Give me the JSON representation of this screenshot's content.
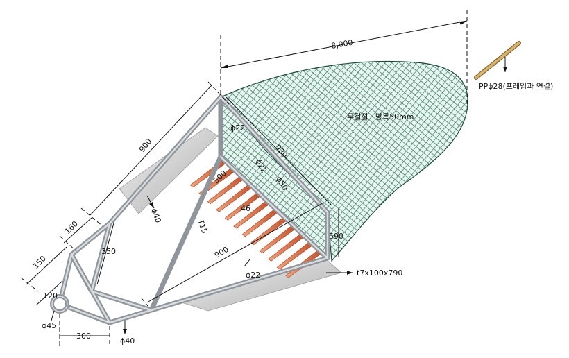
{
  "labels": {
    "overall_length": "8,000",
    "net_label": "무결절   망목50mm",
    "rope": "PPϕ28(프레임과 연결)",
    "top_frame_length": "900",
    "bottom_frame_length": "900",
    "seg_160": "160",
    "seg_150": "150",
    "seg_120": "120",
    "seg_350": "350",
    "seg_300_bottom": "300",
    "seg_300_teeth": "300",
    "seg_46": "46",
    "seg_t15": "T15",
    "seg_930": "930",
    "seg_590": "590",
    "dia_22_top": "ϕ22",
    "dia_22_mid": "ϕ22",
    "dia_22_bottom": "ϕ22",
    "dia_40_upper": "ϕ40",
    "dia_40_lower": "ϕ40",
    "dia_45": "ϕ45",
    "dia_50": "ϕ50",
    "plate": "t7x100x790"
  },
  "colors": {
    "frame": "#8f959a",
    "net_fill": "#2e7d68",
    "net_bg": "#e9f4ef",
    "teeth": "#d4683e",
    "plate": "#c8c8c8"
  }
}
